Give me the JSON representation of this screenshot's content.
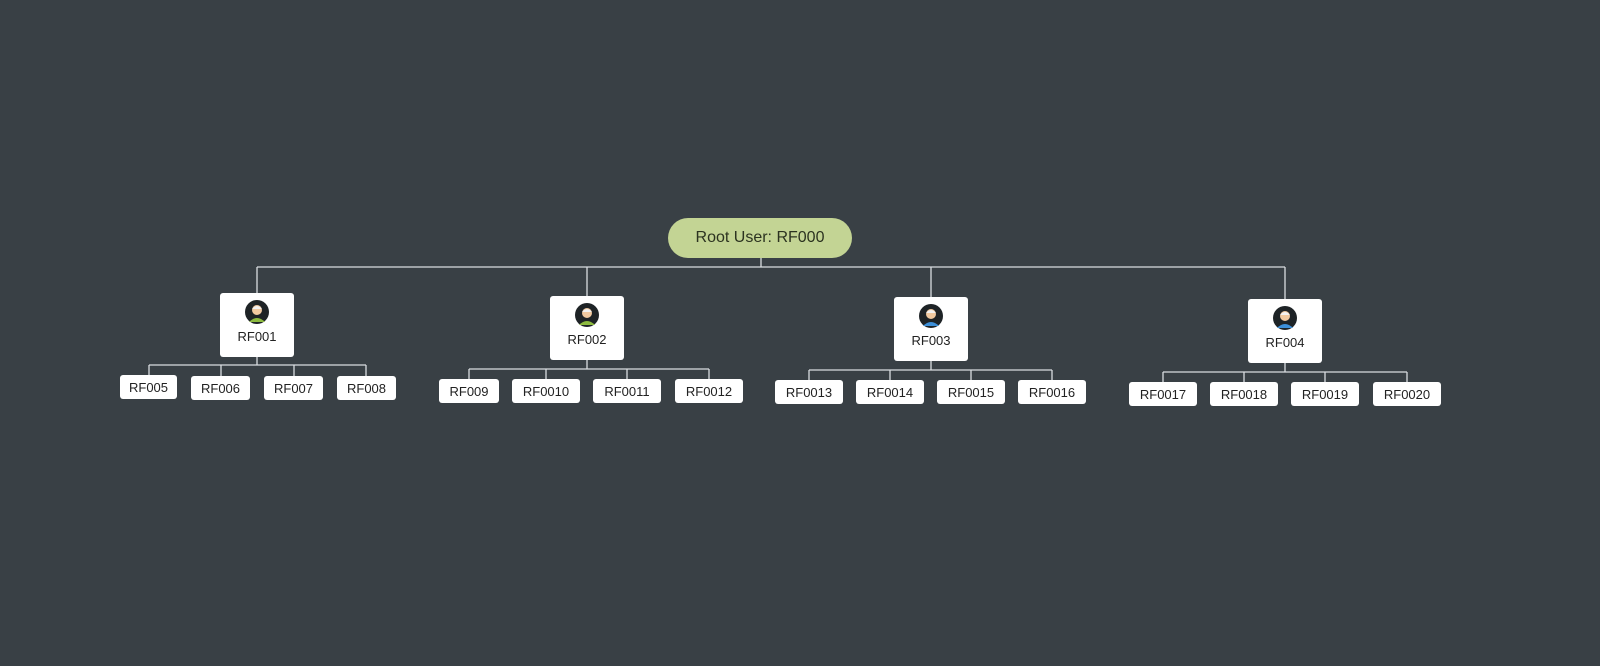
{
  "root": {
    "label": "Root User: RF000",
    "color": "#c3d494"
  },
  "background": "#394045",
  "connector_color": "#d9dde0",
  "users": [
    {
      "id": "RF001",
      "avatar_icon": "user-avatar-icon",
      "children": [
        "RF005",
        "RF006",
        "RF007",
        "RF008"
      ]
    },
    {
      "id": "RF002",
      "avatar_icon": "user-avatar-icon",
      "children": [
        "RF009",
        "RF0010",
        "RF0011",
        "RF0012"
      ]
    },
    {
      "id": "RF003",
      "avatar_icon": "user-avatar-icon",
      "children": [
        "RF0013",
        "RF0014",
        "RF0015",
        "RF0016"
      ]
    },
    {
      "id": "RF004",
      "avatar_icon": "user-avatar-icon",
      "children": [
        "RF0017",
        "RF0018",
        "RF0019",
        "RF0020"
      ]
    }
  ]
}
